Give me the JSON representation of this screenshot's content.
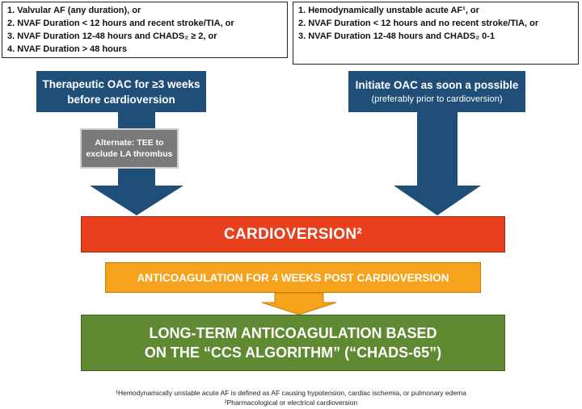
{
  "left_criteria": {
    "items": [
      "1. Valvular AF (any duration), or",
      "2. NVAF Duration < 12 hours and recent stroke/TIA, or",
      "3. NVAF Duration 12-48 hours and CHADS₂ ≥ 2, or",
      "4. NVAF Duration > 48 hours"
    ]
  },
  "right_criteria": {
    "items": [
      "1. Hemodynamically unstable acute AF¹, or",
      "2. NVAF Duration < 12 hours and no recent stroke/TIA, or",
      "3. NVAF Duration 12-48 hours and CHADS₂ 0-1"
    ]
  },
  "left_action": {
    "line1": "Therapeutic OAC for ≥3 weeks",
    "line2": "before cardioversion"
  },
  "alternate": {
    "line1": "Alternate: TEE to",
    "line2": "exclude LA thrombus"
  },
  "right_action": {
    "line1": "Initiate OAC as soon a possible",
    "line2": "(preferably prior to cardioversion)"
  },
  "cardioversion": {
    "label": "CARDIOVERSION²"
  },
  "post": {
    "label": "ANTICOAGULATION FOR 4 WEEKS POST CARDIOVERSION"
  },
  "longterm": {
    "line1": "LONG-TERM ANTICOAGULATION BASED",
    "line2": "ON THE “CCS ALGORITHM” (“CHADS-65”)"
  },
  "footnotes": {
    "note1": "¹Hemodynamically unstable acute AF is defined as AF causing hypotension, cardiac ischemia, or pulmonary edema",
    "note2": "²Pharmacological or electrical cardioversion"
  },
  "colors": {
    "blue": "#1f4e79",
    "red": "#e8401c",
    "orange": "#f7a21b",
    "green": "#5f8a32",
    "grey": "#7a7a7a"
  }
}
